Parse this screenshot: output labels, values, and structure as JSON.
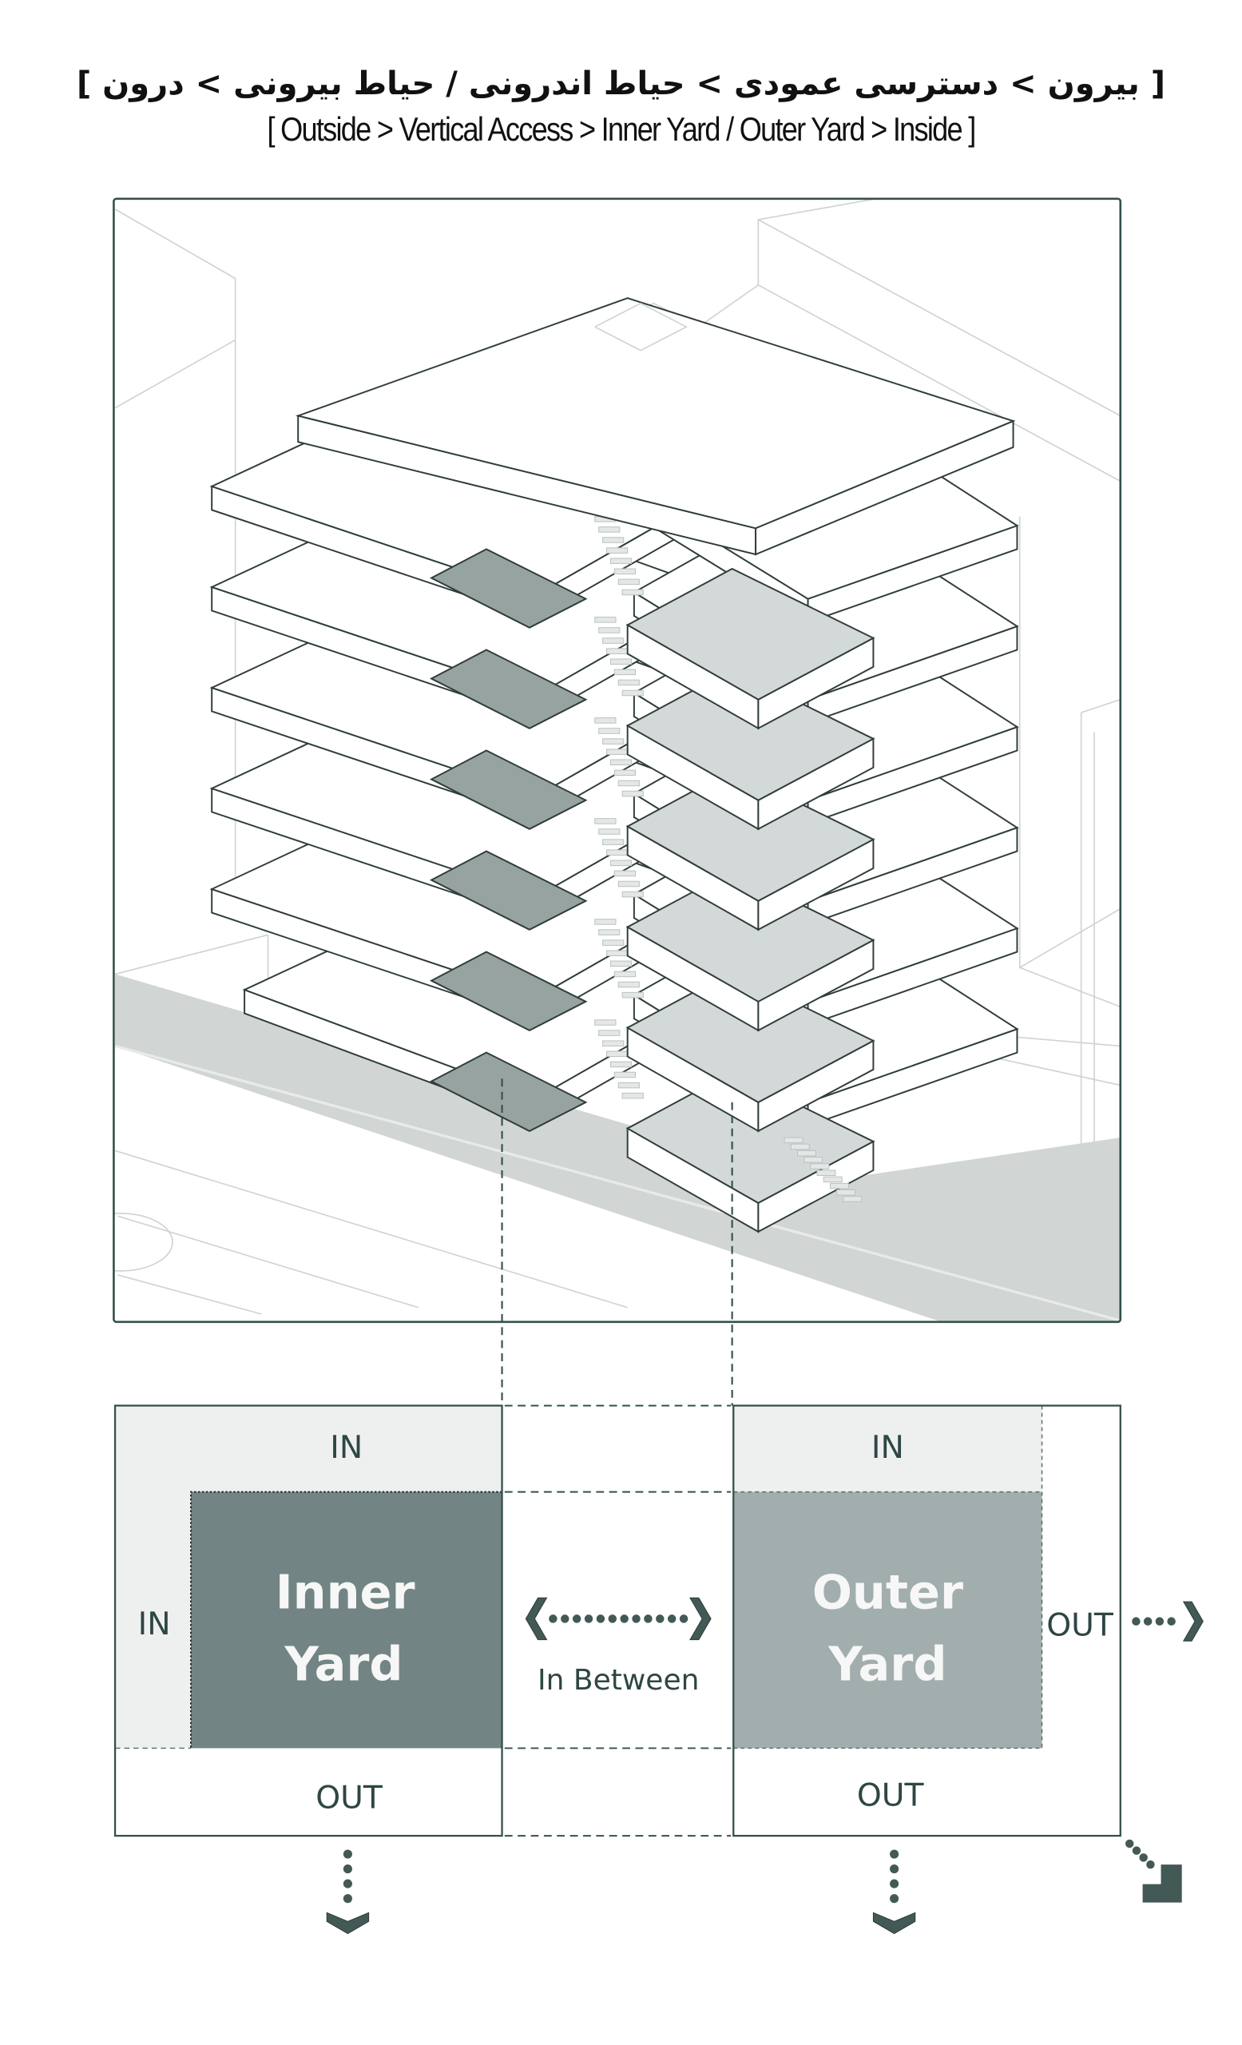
{
  "title": {
    "persian": "[ بیرون > دسترسی عمودی > حیاط اندرونی / حیاط بیرونی > درون ]",
    "english": "[ Outside > Vertical Access > Inner Yard / Outer Yard > Inside ]"
  },
  "isometric": {
    "floor_count": 6,
    "has_roof": true,
    "has_vertical_stair": true,
    "context": "neighbouring buildings and street (light grey)"
  },
  "schema": {
    "inner_block": {
      "yard_label_line1": "Inner",
      "yard_label_line2": "Yard",
      "top_label": "IN",
      "side_label": "IN",
      "bottom_label": "OUT",
      "exit_arrow": "down"
    },
    "between": {
      "label": "In Between",
      "arrow": "bidirectional"
    },
    "outer_block": {
      "yard_label_line1": "Outer",
      "yard_label_line2": "Yard",
      "top_label": "IN",
      "side_label": "OUT",
      "bottom_label": "OUT",
      "exit_arrows": [
        "right",
        "down",
        "diagonal-down-right"
      ]
    }
  },
  "colors": {
    "frame": "#34504d",
    "inner_yard": "#728483",
    "outer_yard": "#a2aead",
    "in_zone": "#eef0ef",
    "out_zone": "#ffffff",
    "arrow": "#435956",
    "context_line": "#cfd3d2",
    "street": "#d1d6d5",
    "iso_dark": "#97a3a1",
    "iso_light": "#d3d9d8",
    "iso_line": "#2f3d3b"
  }
}
